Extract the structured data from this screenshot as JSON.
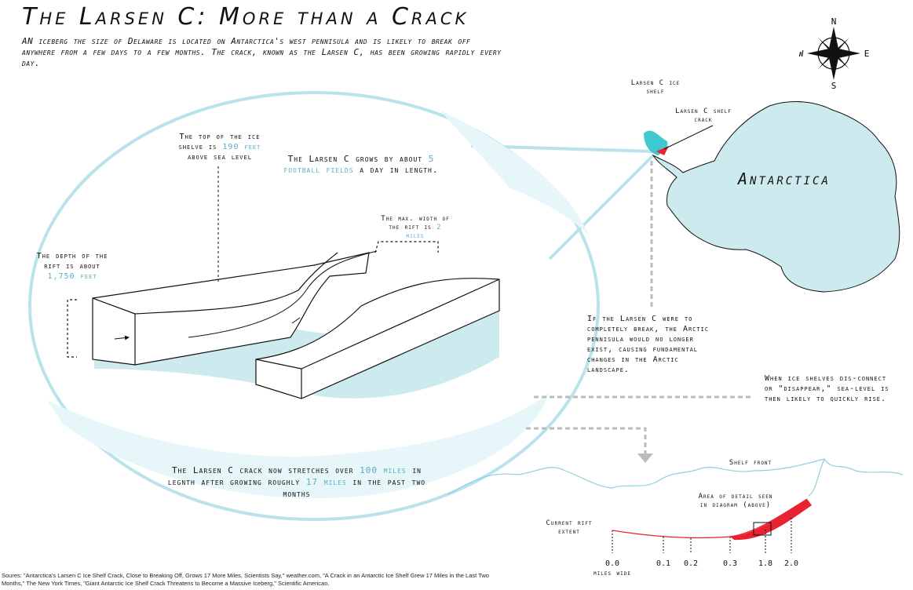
{
  "title": "The Larsen C: More than a Crack",
  "subtitle": "AN iceberg the size of Delaware is located on Antarctica's west pennisula and is likely to break off anywhere from a few days to a few months. The crack, known as the Larsen C, has been growing rapidly every day.",
  "compass": {
    "n": "N",
    "s": "S",
    "e": "E",
    "w": "W"
  },
  "map": {
    "continent_label": "Antarctica",
    "shelf_label": "Larsen C ice shelf",
    "crack_label": "Larsen C shelf crack"
  },
  "diagram": {
    "top_note_pre": "The top of the ice shelve is",
    "top_note_value": "190 feet",
    "top_note_post": "above sea level",
    "growth_pre": "The Larsen C grows by about",
    "growth_value": "5 football fields",
    "growth_mid": "a day",
    "growth_post": "in length.",
    "width_pre": "The max. width of the rift is",
    "width_value": "2 miles",
    "depth_pre": "The depth of the rift is about",
    "depth_value": "1,750 feet",
    "stretch_pre": "The Larsen C crack now stretches over",
    "stretch_value1": "100 miles",
    "stretch_mid": "in legnth after growing roughly",
    "stretch_value2": "17 miles",
    "stretch_post": "in the past two months"
  },
  "notes": {
    "break_note": "If the Larsen C were to completely break, the Arctic pennisula would no longer exist, causing fundamental changes in the Arctic landscape.",
    "sea_note": "When ice shelves dis-connect or \"disappear,\" sea-level is then likely to quickly rise."
  },
  "profile": {
    "shelf_front": "Shelf front",
    "area_detail": "Area of detail seen in diagram (above)",
    "current_rift": "Current rift extent",
    "ticks": [
      "0.0",
      "0.1",
      "0.2",
      "0.3",
      "1.8",
      "2.0"
    ],
    "units": "miles wide"
  },
  "sources": "Soures: \"Antarctica's Larsen C Ice Shelf Crack, Close to Breaking Off, Grows 17 More Miles, Scientists Say,\" weather.com, \"A Crack in an Antarctic Ice Shelf Grew 17 Miles in the Last Two Months,\" The New York Times, \"Giant Antarctic Ice Shelf Crack Threatens to Become a Massive Iceberg,\" Scientific American.",
  "colors": {
    "ice": "#cdebee",
    "accent": "#5aaecb",
    "crack": "#e8232f",
    "ink": "#111111"
  }
}
